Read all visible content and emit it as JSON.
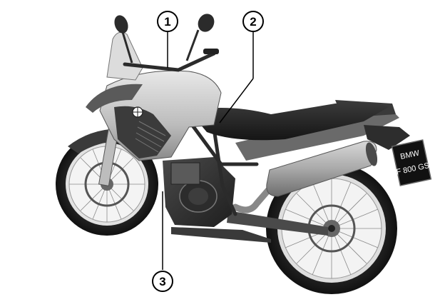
{
  "figure": {
    "callouts": [
      {
        "number": "1"
      },
      {
        "number": "2"
      },
      {
        "number": "3"
      }
    ],
    "license_plate": {
      "line1": "BMW",
      "line2": "F 800 GS"
    }
  }
}
